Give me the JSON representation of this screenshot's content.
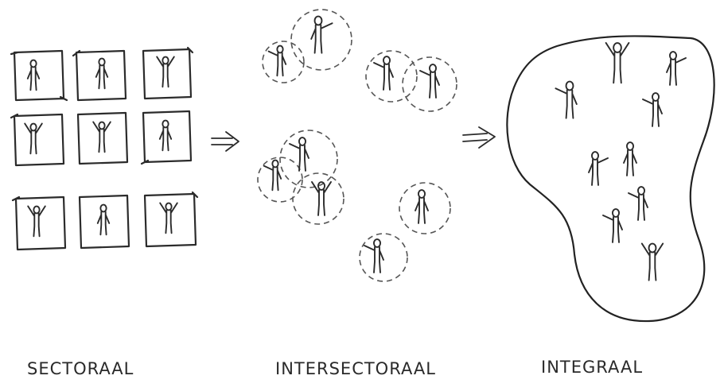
{
  "labels": {
    "sectoral": "SECTORAAL",
    "intersectoral": "INTERSECTORAAL",
    "integral": "INTEGRAAL"
  }
}
